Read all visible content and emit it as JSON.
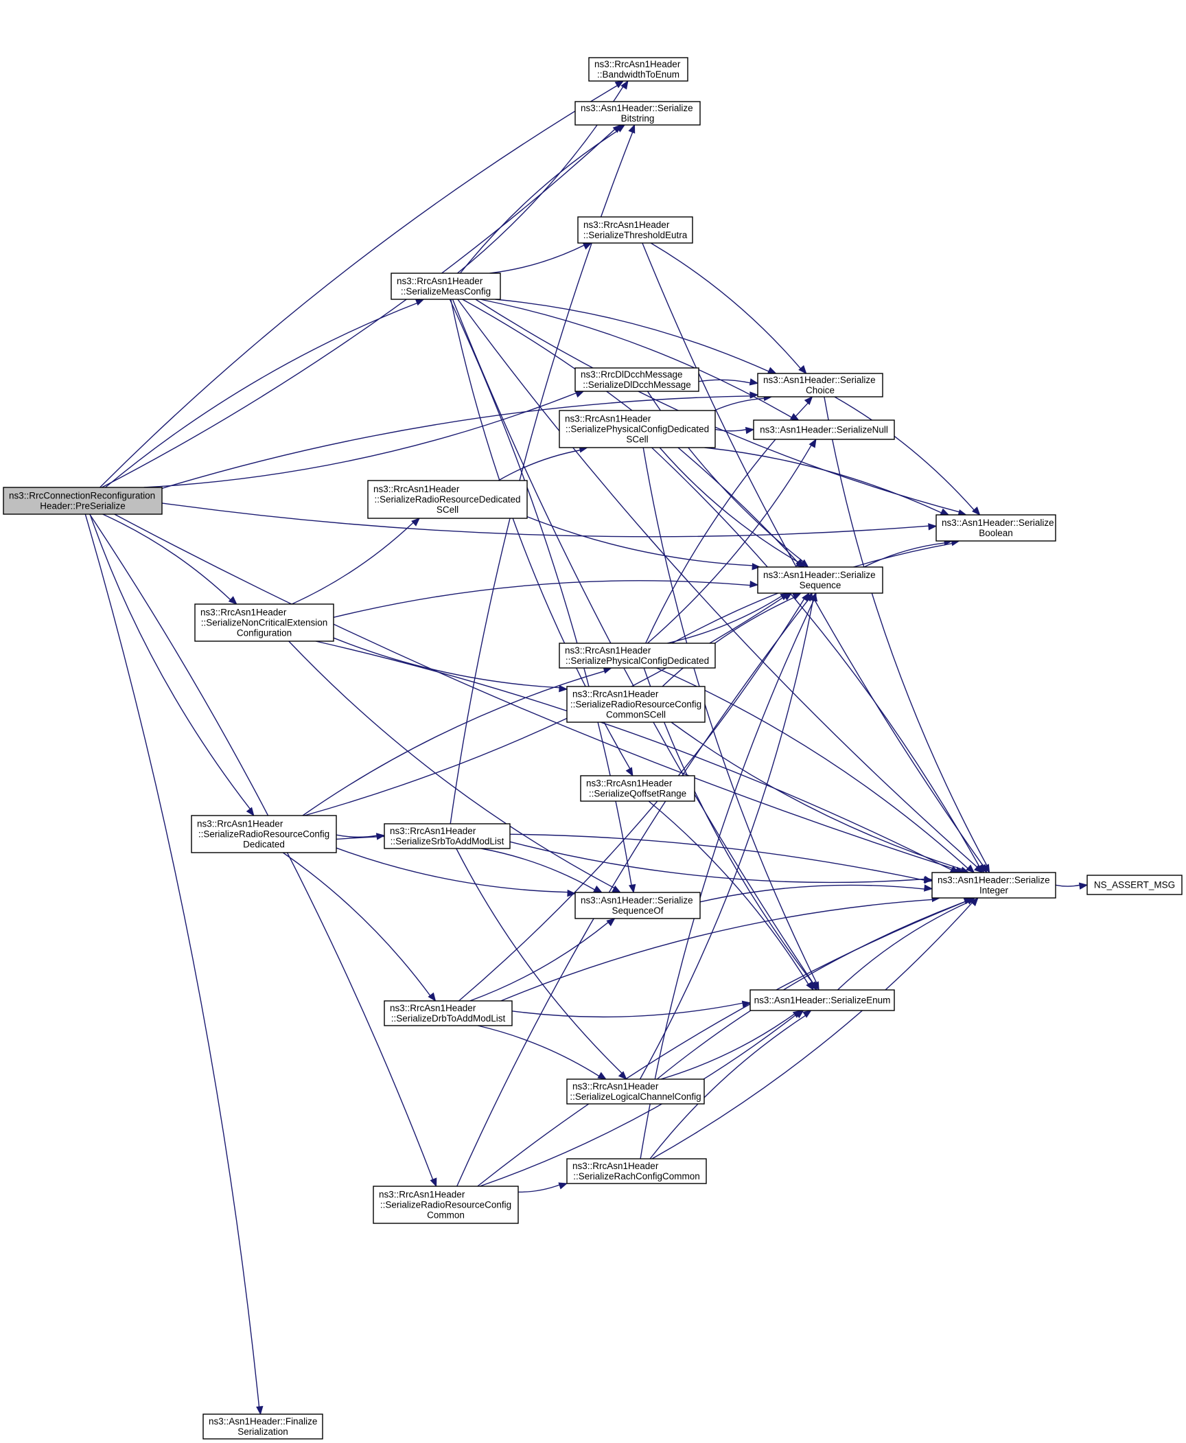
{
  "graph": {
    "title": "",
    "colors": {
      "edge": "#191970",
      "root_fill": "#bfbfbf",
      "node_fill": "#ffffff",
      "border": "#000000"
    },
    "nodes": [
      {
        "id": "preserialize",
        "lines": [
          "ns3::RrcConnectionReconfiguration",
          "Header::PreSerialize"
        ],
        "root": true
      },
      {
        "id": "bandwidth",
        "lines": [
          "ns3::RrcAsn1Header",
          "::BandwidthToEnum"
        ]
      },
      {
        "id": "bitstring",
        "lines": [
          "ns3::Asn1Header::Serialize",
          "Bitstring"
        ]
      },
      {
        "id": "threshold",
        "lines": [
          "ns3::RrcAsn1Header",
          "::SerializeThresholdEutra"
        ]
      },
      {
        "id": "measconfig",
        "lines": [
          "ns3::RrcAsn1Header",
          "::SerializeMeasConfig"
        ]
      },
      {
        "id": "dldcch",
        "lines": [
          "ns3::RrcDlDcchMessage",
          "::SerializeDlDcchMessage"
        ]
      },
      {
        "id": "choice",
        "lines": [
          "ns3::Asn1Header::Serialize",
          "Choice"
        ]
      },
      {
        "id": "physscell",
        "lines": [
          "ns3::RrcAsn1Header",
          "::SerializePhysicalConfigDedicated",
          "SCell"
        ]
      },
      {
        "id": "null",
        "lines": [
          "ns3::Asn1Header::SerializeNull"
        ]
      },
      {
        "id": "rrdscell",
        "lines": [
          "ns3::RrcAsn1Header",
          "::SerializeRadioResourceDedicated",
          "SCell"
        ]
      },
      {
        "id": "boolean",
        "lines": [
          "ns3::Asn1Header::Serialize",
          "Boolean"
        ]
      },
      {
        "id": "sequence",
        "lines": [
          "ns3::Asn1Header::Serialize",
          "Sequence"
        ]
      },
      {
        "id": "noncritical",
        "lines": [
          "ns3::RrcAsn1Header",
          "::SerializeNonCriticalExtension",
          "Configuration"
        ]
      },
      {
        "id": "physded",
        "lines": [
          "ns3::RrcAsn1Header",
          "::SerializePhysicalConfigDedicated"
        ]
      },
      {
        "id": "rrccommonscell",
        "lines": [
          "ns3::RrcAsn1Header",
          "::SerializeRadioResourceConfig",
          "CommonSCell"
        ]
      },
      {
        "id": "qoffset",
        "lines": [
          "ns3::RrcAsn1Header",
          "::SerializeQoffsetRange"
        ]
      },
      {
        "id": "rrcded",
        "lines": [
          "ns3::RrcAsn1Header",
          "::SerializeRadioResourceConfig",
          "Dedicated"
        ]
      },
      {
        "id": "srb",
        "lines": [
          "ns3::RrcAsn1Header",
          "::SerializeSrbToAddModList"
        ]
      },
      {
        "id": "integer",
        "lines": [
          "ns3::Asn1Header::Serialize",
          "Integer"
        ]
      },
      {
        "id": "assert",
        "lines": [
          "NS_ASSERT_MSG"
        ]
      },
      {
        "id": "seqof",
        "lines": [
          "ns3::Asn1Header::Serialize",
          "SequenceOf"
        ]
      },
      {
        "id": "drb",
        "lines": [
          "ns3::RrcAsn1Header",
          "::SerializeDrbToAddModList"
        ]
      },
      {
        "id": "enum",
        "lines": [
          "ns3::Asn1Header::SerializeEnum"
        ]
      },
      {
        "id": "logical",
        "lines": [
          "ns3::RrcAsn1Header",
          "::SerializeLogicalChannelConfig"
        ]
      },
      {
        "id": "rach",
        "lines": [
          "ns3::RrcAsn1Header",
          "::SerializeRachConfigCommon"
        ]
      },
      {
        "id": "rrccommon",
        "lines": [
          "ns3::RrcAsn1Header",
          "::SerializeRadioResourceConfig",
          "Common"
        ]
      },
      {
        "id": "finalize",
        "lines": [
          "ns3::Asn1Header::Finalize",
          "Serialization"
        ]
      }
    ],
    "edges": [
      [
        "preserialize",
        "bandwidth"
      ],
      [
        "preserialize",
        "bitstring"
      ],
      [
        "preserialize",
        "choice"
      ],
      [
        "preserialize",
        "boolean"
      ],
      [
        "preserialize",
        "measconfig"
      ],
      [
        "preserialize",
        "dldcch"
      ],
      [
        "preserialize",
        "noncritical"
      ],
      [
        "preserialize",
        "rrcded"
      ],
      [
        "preserialize",
        "rrccommon"
      ],
      [
        "preserialize",
        "integer"
      ],
      [
        "preserialize",
        "finalize"
      ],
      [
        "measconfig",
        "bandwidth"
      ],
      [
        "measconfig",
        "bitstring"
      ],
      [
        "measconfig",
        "threshold"
      ],
      [
        "measconfig",
        "choice"
      ],
      [
        "measconfig",
        "boolean"
      ],
      [
        "measconfig",
        "sequence"
      ],
      [
        "measconfig",
        "integer"
      ],
      [
        "measconfig",
        "null"
      ],
      [
        "measconfig",
        "qoffset"
      ],
      [
        "measconfig",
        "seqof"
      ],
      [
        "measconfig",
        "enum"
      ],
      [
        "threshold",
        "choice"
      ],
      [
        "threshold",
        "integer"
      ],
      [
        "dldcch",
        "choice"
      ],
      [
        "dldcch",
        "sequence"
      ],
      [
        "choice",
        "boolean"
      ],
      [
        "choice",
        "integer"
      ],
      [
        "physscell",
        "choice"
      ],
      [
        "physscell",
        "null"
      ],
      [
        "physscell",
        "boolean"
      ],
      [
        "physscell",
        "sequence"
      ],
      [
        "physscell",
        "integer"
      ],
      [
        "physscell",
        "enum"
      ],
      [
        "rrdscell",
        "physscell"
      ],
      [
        "rrdscell",
        "sequence"
      ],
      [
        "sequence",
        "boolean"
      ],
      [
        "noncritical",
        "rrdscell"
      ],
      [
        "noncritical",
        "sequence"
      ],
      [
        "noncritical",
        "rrccommonscell"
      ],
      [
        "noncritical",
        "integer"
      ],
      [
        "noncritical",
        "seqof"
      ],
      [
        "physded",
        "choice"
      ],
      [
        "physded",
        "null"
      ],
      [
        "physded",
        "boolean"
      ],
      [
        "physded",
        "sequence"
      ],
      [
        "physded",
        "integer"
      ],
      [
        "physded",
        "enum"
      ],
      [
        "rrccommonscell",
        "sequence"
      ],
      [
        "rrccommonscell",
        "integer"
      ],
      [
        "qoffset",
        "enum"
      ],
      [
        "rrcded",
        "srb"
      ],
      [
        "rrcded",
        "drb"
      ],
      [
        "rrcded",
        "sequence"
      ],
      [
        "rrcded",
        "physded"
      ],
      [
        "rrcded",
        "seqof"
      ],
      [
        "rrcded",
        "integer"
      ],
      [
        "srb",
        "integer"
      ],
      [
        "srb",
        "seqof"
      ],
      [
        "srb",
        "logical"
      ],
      [
        "srb",
        "bitstring"
      ],
      [
        "integer",
        "assert"
      ],
      [
        "seqof",
        "integer"
      ],
      [
        "drb",
        "seqof"
      ],
      [
        "drb",
        "logical"
      ],
      [
        "drb",
        "sequence"
      ],
      [
        "drb",
        "integer"
      ],
      [
        "drb",
        "enum"
      ],
      [
        "enum",
        "integer"
      ],
      [
        "logical",
        "sequence"
      ],
      [
        "logical",
        "integer"
      ],
      [
        "logical",
        "enum"
      ],
      [
        "rach",
        "sequence"
      ],
      [
        "rach",
        "integer"
      ],
      [
        "rach",
        "enum"
      ],
      [
        "rrccommon",
        "rach"
      ],
      [
        "rrccommon",
        "sequence"
      ],
      [
        "rrccommon",
        "enum"
      ],
      [
        "rrccommon",
        "integer"
      ]
    ]
  }
}
